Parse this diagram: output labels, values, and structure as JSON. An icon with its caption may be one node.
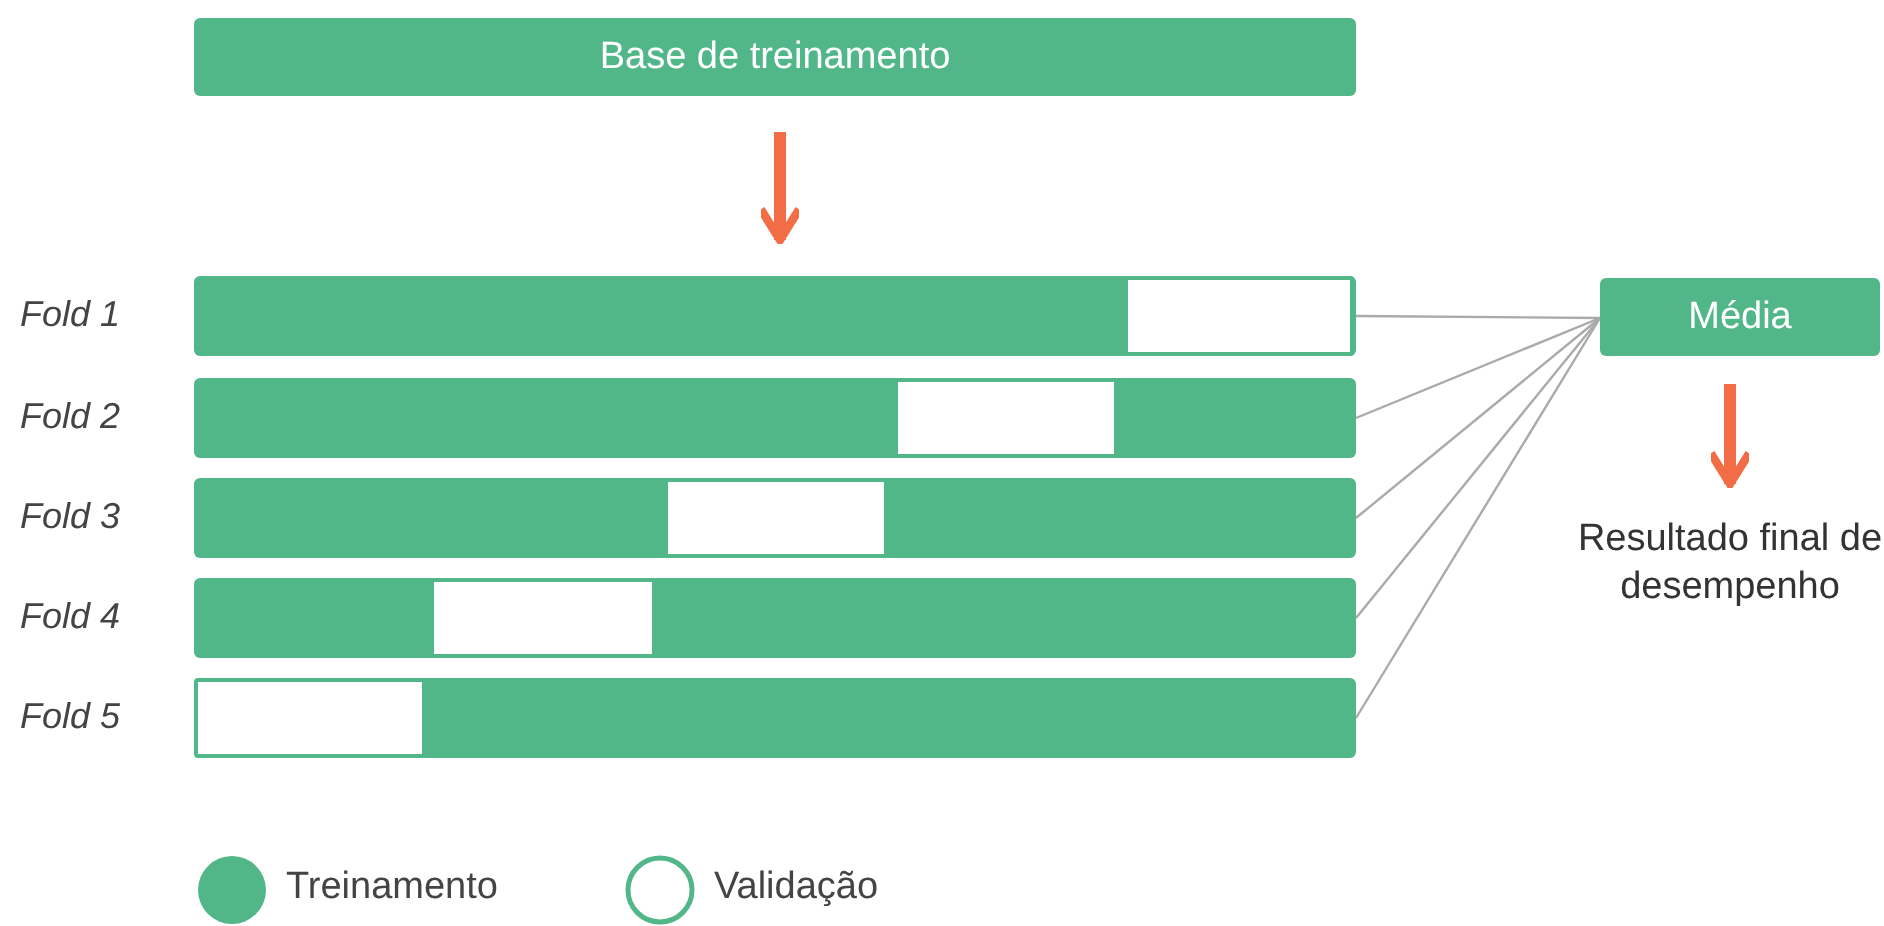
{
  "diagram": {
    "nodes": [
      {
        "text": [
          "Base de treinamento"
        ]
      },
      {
        "text": [],
        "shape": "bar",
        "beside": [
          "Fold 1"
        ]
      },
      {
        "text": [],
        "shape": "box",
        "in": 1
      },
      {
        "text": [],
        "shape": "bar",
        "beside": [
          "Fold 2"
        ]
      },
      {
        "text": [],
        "shape": "box",
        "in": 3
      },
      {
        "text": [],
        "shape": "bar",
        "beside": [
          "Fold 3"
        ]
      },
      {
        "text": [],
        "shape": "box",
        "in": 5
      },
      {
        "text": [],
        "shape": "bar",
        "beside": [
          "Fold 4"
        ]
      },
      {
        "text": [],
        "shape": "box",
        "in": 7
      },
      {
        "text": [],
        "shape": "bar",
        "beside": [
          "Fold 5"
        ]
      },
      {
        "text": [],
        "shape": "box",
        "in": 9
      },
      {
        "text": [
          "Média"
        ]
      },
      {
        "text": [
          "Resultado final de desempenho"
        ]
      }
    ],
    "edges": [
      {
        "from": 0,
        "to": 1,
        "arrow": "to",
        "style": "thick",
        "color": "#f26d45"
      },
      {
        "from": 1,
        "to": 11,
        "arrow": "none"
      },
      {
        "from": 3,
        "to": 11,
        "arrow": "none"
      },
      {
        "from": 5,
        "to": 11,
        "arrow": "none"
      },
      {
        "from": 7,
        "to": 11,
        "arrow": "none"
      },
      {
        "from": 9,
        "to": 11,
        "arrow": "none"
      },
      {
        "from": 11,
        "to": 12,
        "arrow": "to",
        "style": "thick",
        "color": "#f26d45"
      }
    ],
    "legend": [
      {
        "text": "Treinamento",
        "color": "#52b788"
      },
      {
        "text": "Validação"
      }
    ]
  }
}
